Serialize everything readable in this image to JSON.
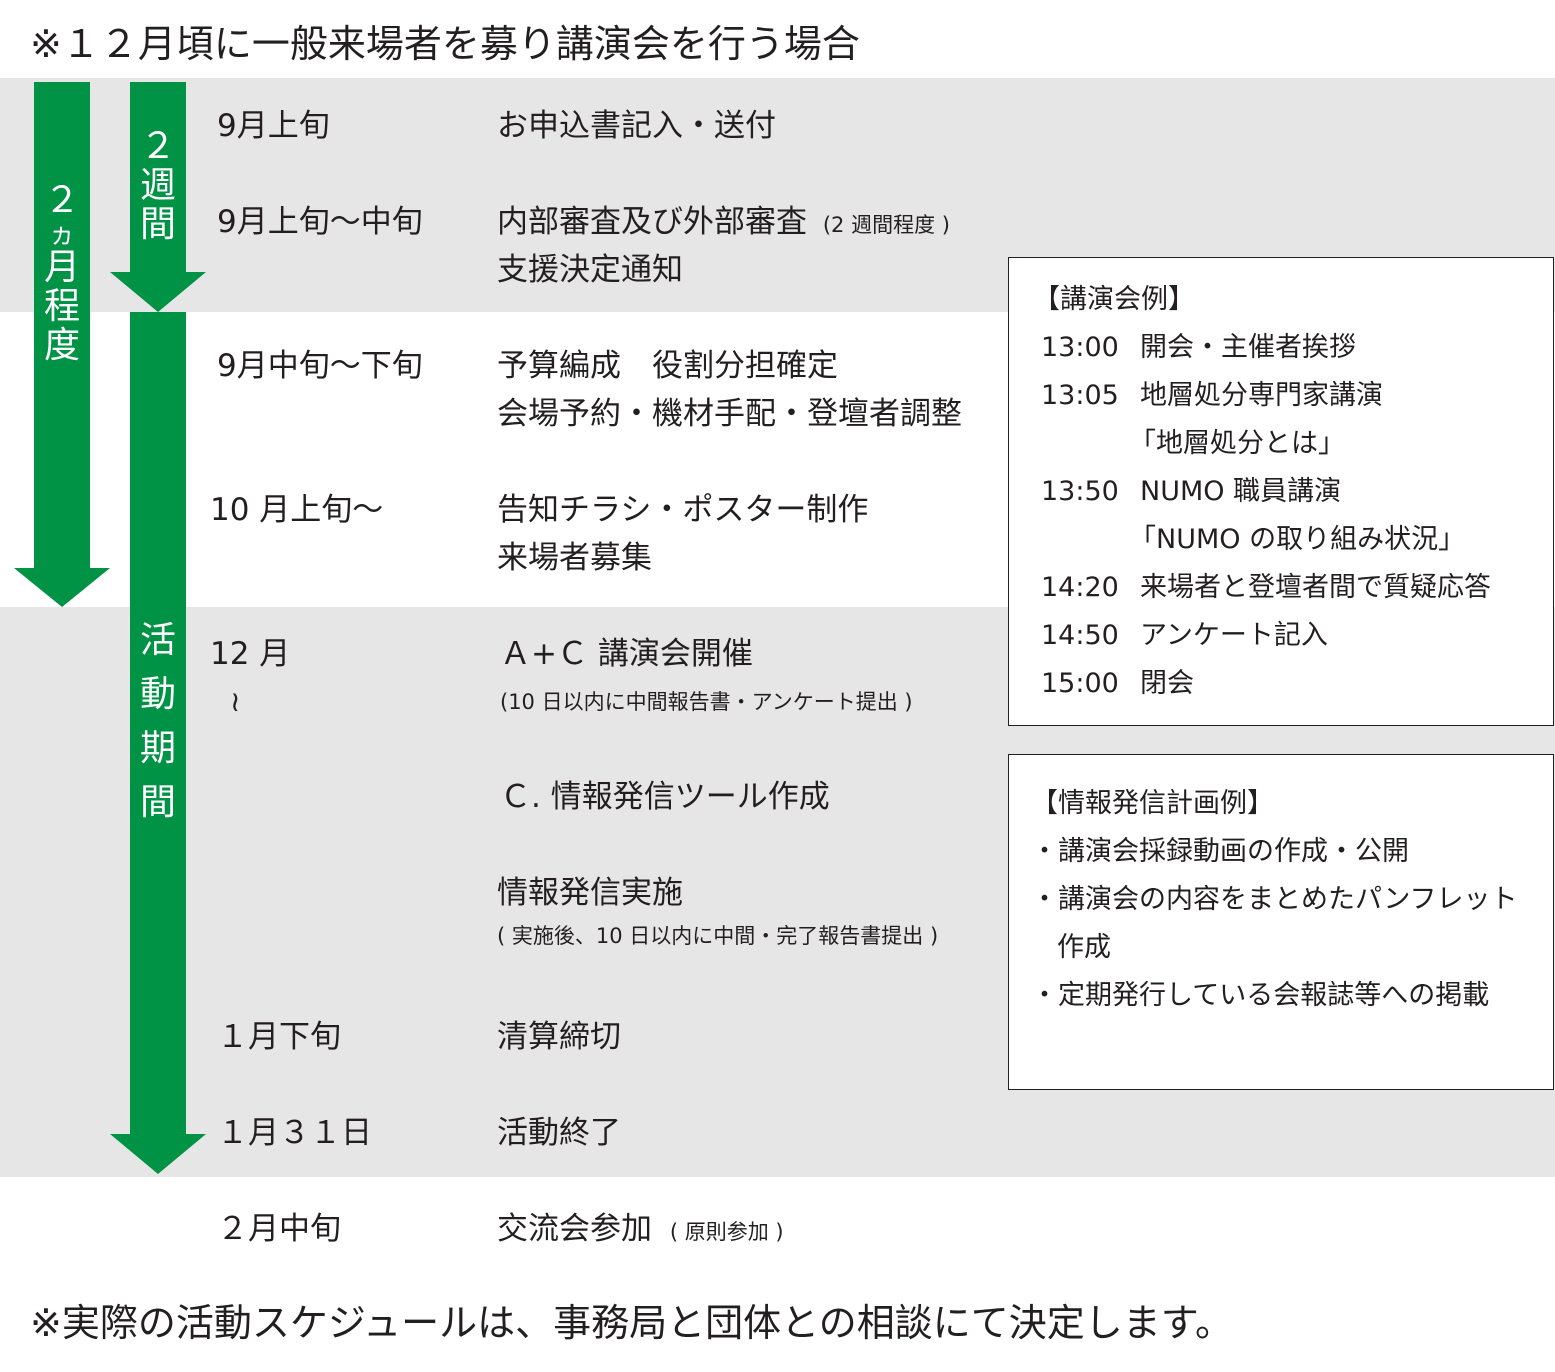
{
  "header": {
    "title": "※１２月頃に一般来場者を募り講演会を行う場合"
  },
  "arrows": {
    "left": [
      "２",
      "ヵ",
      "月",
      "程",
      "度"
    ],
    "right_top": [
      "２",
      "週",
      "間"
    ],
    "right_main": [
      "活",
      "動",
      "期",
      "間"
    ],
    "color": "#009245"
  },
  "rows": [
    {
      "date": "9月上旬",
      "activity": "お申込書記入・送付"
    },
    {
      "date": "9月上旬〜中旬",
      "activity": "内部審査及び外部審査",
      "note": "(2 週間程度 )",
      "activity2": "支援決定通知"
    },
    {
      "date": "9月中旬〜下旬",
      "activity": "予算編成　役割分担確定",
      "activity2": "会場予約・機材手配・登壇者調整"
    },
    {
      "date": "10 月上旬〜",
      "activity": "告知チラシ・ポスター制作",
      "activity2": "来場者募集"
    },
    {
      "date": "12 月",
      "date_mark": "≀",
      "activity": "Ａ+Ｃ 講演会開催",
      "note": "(10 日以内に中間報告書・アンケート提出 )"
    },
    {
      "activity": "Ｃ. 情報発信ツール作成"
    },
    {
      "activity": "情報発信実施",
      "note": "( 実施後、10 日以内に中間・完了報告書提出 )"
    },
    {
      "date": "１月下旬",
      "activity": "清算締切"
    },
    {
      "date": "１月３１日",
      "activity": "活動終了"
    },
    {
      "date": "２月中旬",
      "activity": "交流会参加",
      "note": "( 原則参加 )"
    }
  ],
  "lecture_box": {
    "title": "【講演会例】",
    "items": [
      {
        "time": "13:00",
        "text": "開会・主催者挨拶"
      },
      {
        "time": "13:05",
        "text": "地層処分専門家講演"
      },
      {
        "time": "",
        "text": "「地層処分とは」"
      },
      {
        "time": "13:50",
        "text": "NUMO 職員講演"
      },
      {
        "time": "",
        "text": "「NUMO の取り組み状況」"
      },
      {
        "time": "14:20",
        "text": "来場者と登壇者間で質疑応答"
      },
      {
        "time": "14:50",
        "text": "アンケート記入"
      },
      {
        "time": "15:00",
        "text": "閉会"
      }
    ]
  },
  "info_box": {
    "title": "【情報発信計画例】",
    "items": [
      "・講演会採録動画の作成・公開",
      "・講演会の内容をまとめたパンフレット",
      "作成",
      "・定期発行している会報誌等への掲載"
    ]
  },
  "footer": {
    "note": "※実際の活動スケジュールは、事務局と団体との相談にて決定します。"
  },
  "colors": {
    "band": "#e6e6e6",
    "arrow": "#009245",
    "text": "#231f20"
  }
}
